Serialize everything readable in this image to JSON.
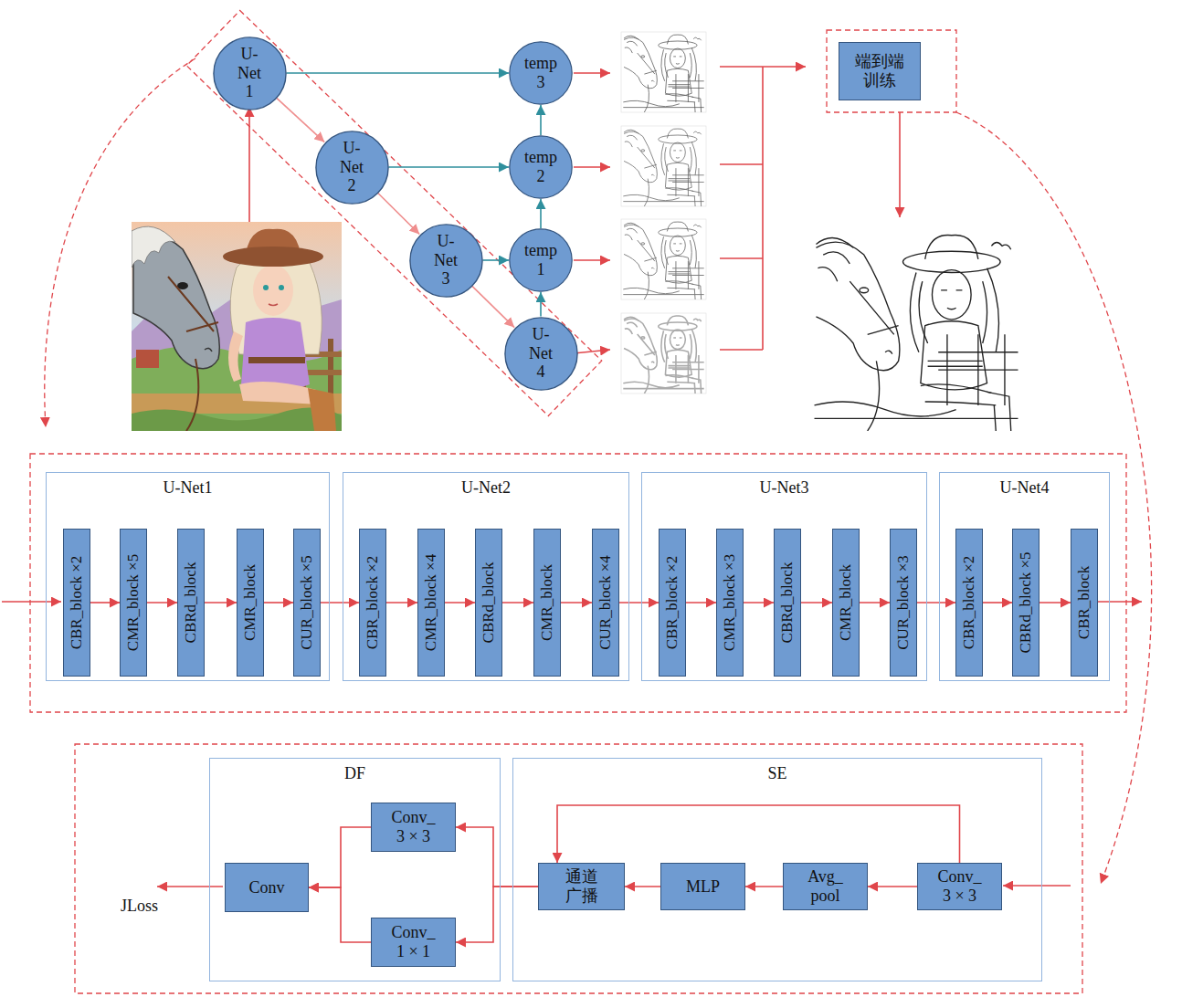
{
  "diagram": {
    "nodes": [
      {
        "text": [
          "U-Net 1"
        ]
      },
      {
        "text": [
          "temp 3"
        ]
      },
      {
        "text": [
          "端到端 训练"
        ]
      },
      {
        "text": [
          "U-Net 2"
        ]
      },
      {
        "text": [
          "temp 2"
        ]
      },
      {
        "text": [
          "U-Net 3"
        ]
      },
      {
        "text": [
          "temp 1"
        ]
      },
      {
        "text": [
          "U-Net 4"
        ]
      },
      {
        "text": [
          "U-Net1"
        ]
      },
      {
        "text": [
          "CBR_block ×2"
        ],
        "in": 8
      },
      {
        "text": [
          "CMR_block ×5"
        ],
        "in": 8
      },
      {
        "text": [
          "CBRd_block"
        ],
        "in": 8
      },
      {
        "text": [
          "CMR_block"
        ],
        "in": 8
      },
      {
        "text": [
          "CUR_block ×5"
        ],
        "in": 8
      },
      {
        "text": [
          "U-Net2"
        ]
      },
      {
        "text": [
          "CBR_block ×2"
        ],
        "in": 14
      },
      {
        "text": [
          "CMR_block ×4"
        ],
        "in": 14
      },
      {
        "text": [
          "CBRd_block"
        ],
        "in": 14
      },
      {
        "text": [
          "CMR_block"
        ],
        "in": 14
      },
      {
        "text": [
          "CUR_block ×4"
        ],
        "in": 14
      },
      {
        "text": [
          "U-Net3"
        ]
      },
      {
        "text": [
          "CBR_block ×2"
        ],
        "in": 20
      },
      {
        "text": [
          "CMR_block ×3"
        ],
        "in": 20
      },
      {
        "text": [
          "CBRd_block"
        ],
        "in": 20
      },
      {
        "text": [
          "CMR_block"
        ],
        "in": 20
      },
      {
        "text": [
          "CUR_block ×3"
        ],
        "in": 20
      },
      {
        "text": [
          "U-Net4"
        ]
      },
      {
        "text": [
          "CBR_block ×2"
        ],
        "in": 26
      },
      {
        "text": [
          "CBRd_block ×5"
        ],
        "in": 26
      },
      {
        "text": [
          "CBR_block"
        ],
        "in": 26
      },
      {
        "text": [
          "DF"
        ]
      },
      {
        "text": [
          "Conv_ 3 × 3"
        ],
        "in": 30
      },
      {
        "text": [
          "Conv"
        ],
        "in": 30
      },
      {
        "text": [
          "Conv_ 1 × 1"
        ],
        "in": 30
      },
      {
        "text": [
          "SE"
        ]
      },
      {
        "text": [
          "通道 广播"
        ],
        "in": 34
      },
      {
        "text": [
          "MLP"
        ],
        "in": 34
      },
      {
        "text": [
          "Avg_ pool"
        ],
        "in": 34
      },
      {
        "text": [
          "Conv_ 3 × 3"
        ],
        "in": 34
      }
    ],
    "edges": [
      {
        "from": 0,
        "to": 1,
        "arrow": "to"
      },
      {
        "from": 0,
        "to": 3,
        "arrow": "to"
      },
      {
        "from": 3,
        "to": 4,
        "arrow": "to"
      },
      {
        "from": 3,
        "to": 5,
        "arrow": "to"
      },
      {
        "from": 5,
        "to": 6,
        "arrow": "to"
      },
      {
        "from": 5,
        "to": 7,
        "arrow": "to"
      },
      {
        "from": 7,
        "to": 6,
        "arrow": "to"
      },
      {
        "from": 6,
        "to": 4,
        "arrow": "to"
      },
      {
        "from": 4,
        "to": 1,
        "arrow": "to"
      },
      {
        "from": 9,
        "to": 10,
        "arrow": "to"
      },
      {
        "from": 10,
        "to": 11,
        "arrow": "to"
      },
      {
        "from": 11,
        "to": 12,
        "arrow": "to"
      },
      {
        "from": 12,
        "to": 13,
        "arrow": "to"
      },
      {
        "from": 13,
        "to": 15,
        "arrow": "to"
      },
      {
        "from": 15,
        "to": 16,
        "arrow": "to"
      },
      {
        "from": 16,
        "to": 17,
        "arrow": "to"
      },
      {
        "from": 17,
        "to": 18,
        "arrow": "to"
      },
      {
        "from": 18,
        "to": 19,
        "arrow": "to"
      },
      {
        "from": 19,
        "to": 21,
        "arrow": "to"
      },
      {
        "from": 21,
        "to": 22,
        "arrow": "to"
      },
      {
        "from": 22,
        "to": 23,
        "arrow": "to"
      },
      {
        "from": 23,
        "to": 24,
        "arrow": "to"
      },
      {
        "from": 24,
        "to": 25,
        "arrow": "to"
      },
      {
        "from": 25,
        "to": 27,
        "arrow": "to"
      },
      {
        "from": 27,
        "to": 28,
        "arrow": "to"
      },
      {
        "from": 28,
        "to": 29,
        "arrow": "to"
      },
      {
        "from": 38,
        "to": 37,
        "arrow": "to"
      },
      {
        "from": 37,
        "to": 36,
        "arrow": "to"
      },
      {
        "from": 36,
        "to": 35,
        "arrow": "to"
      },
      {
        "from": 38,
        "to": 35,
        "arrow": "to"
      },
      {
        "from": 35,
        "to": 31,
        "arrow": "to"
      },
      {
        "from": 35,
        "to": 33,
        "arrow": "to"
      },
      {
        "from": 31,
        "to": 32,
        "arrow": "to"
      },
      {
        "from": 33,
        "to": 32,
        "arrow": "to"
      }
    ],
    "labels": [
      "JLoss"
    ]
  }
}
